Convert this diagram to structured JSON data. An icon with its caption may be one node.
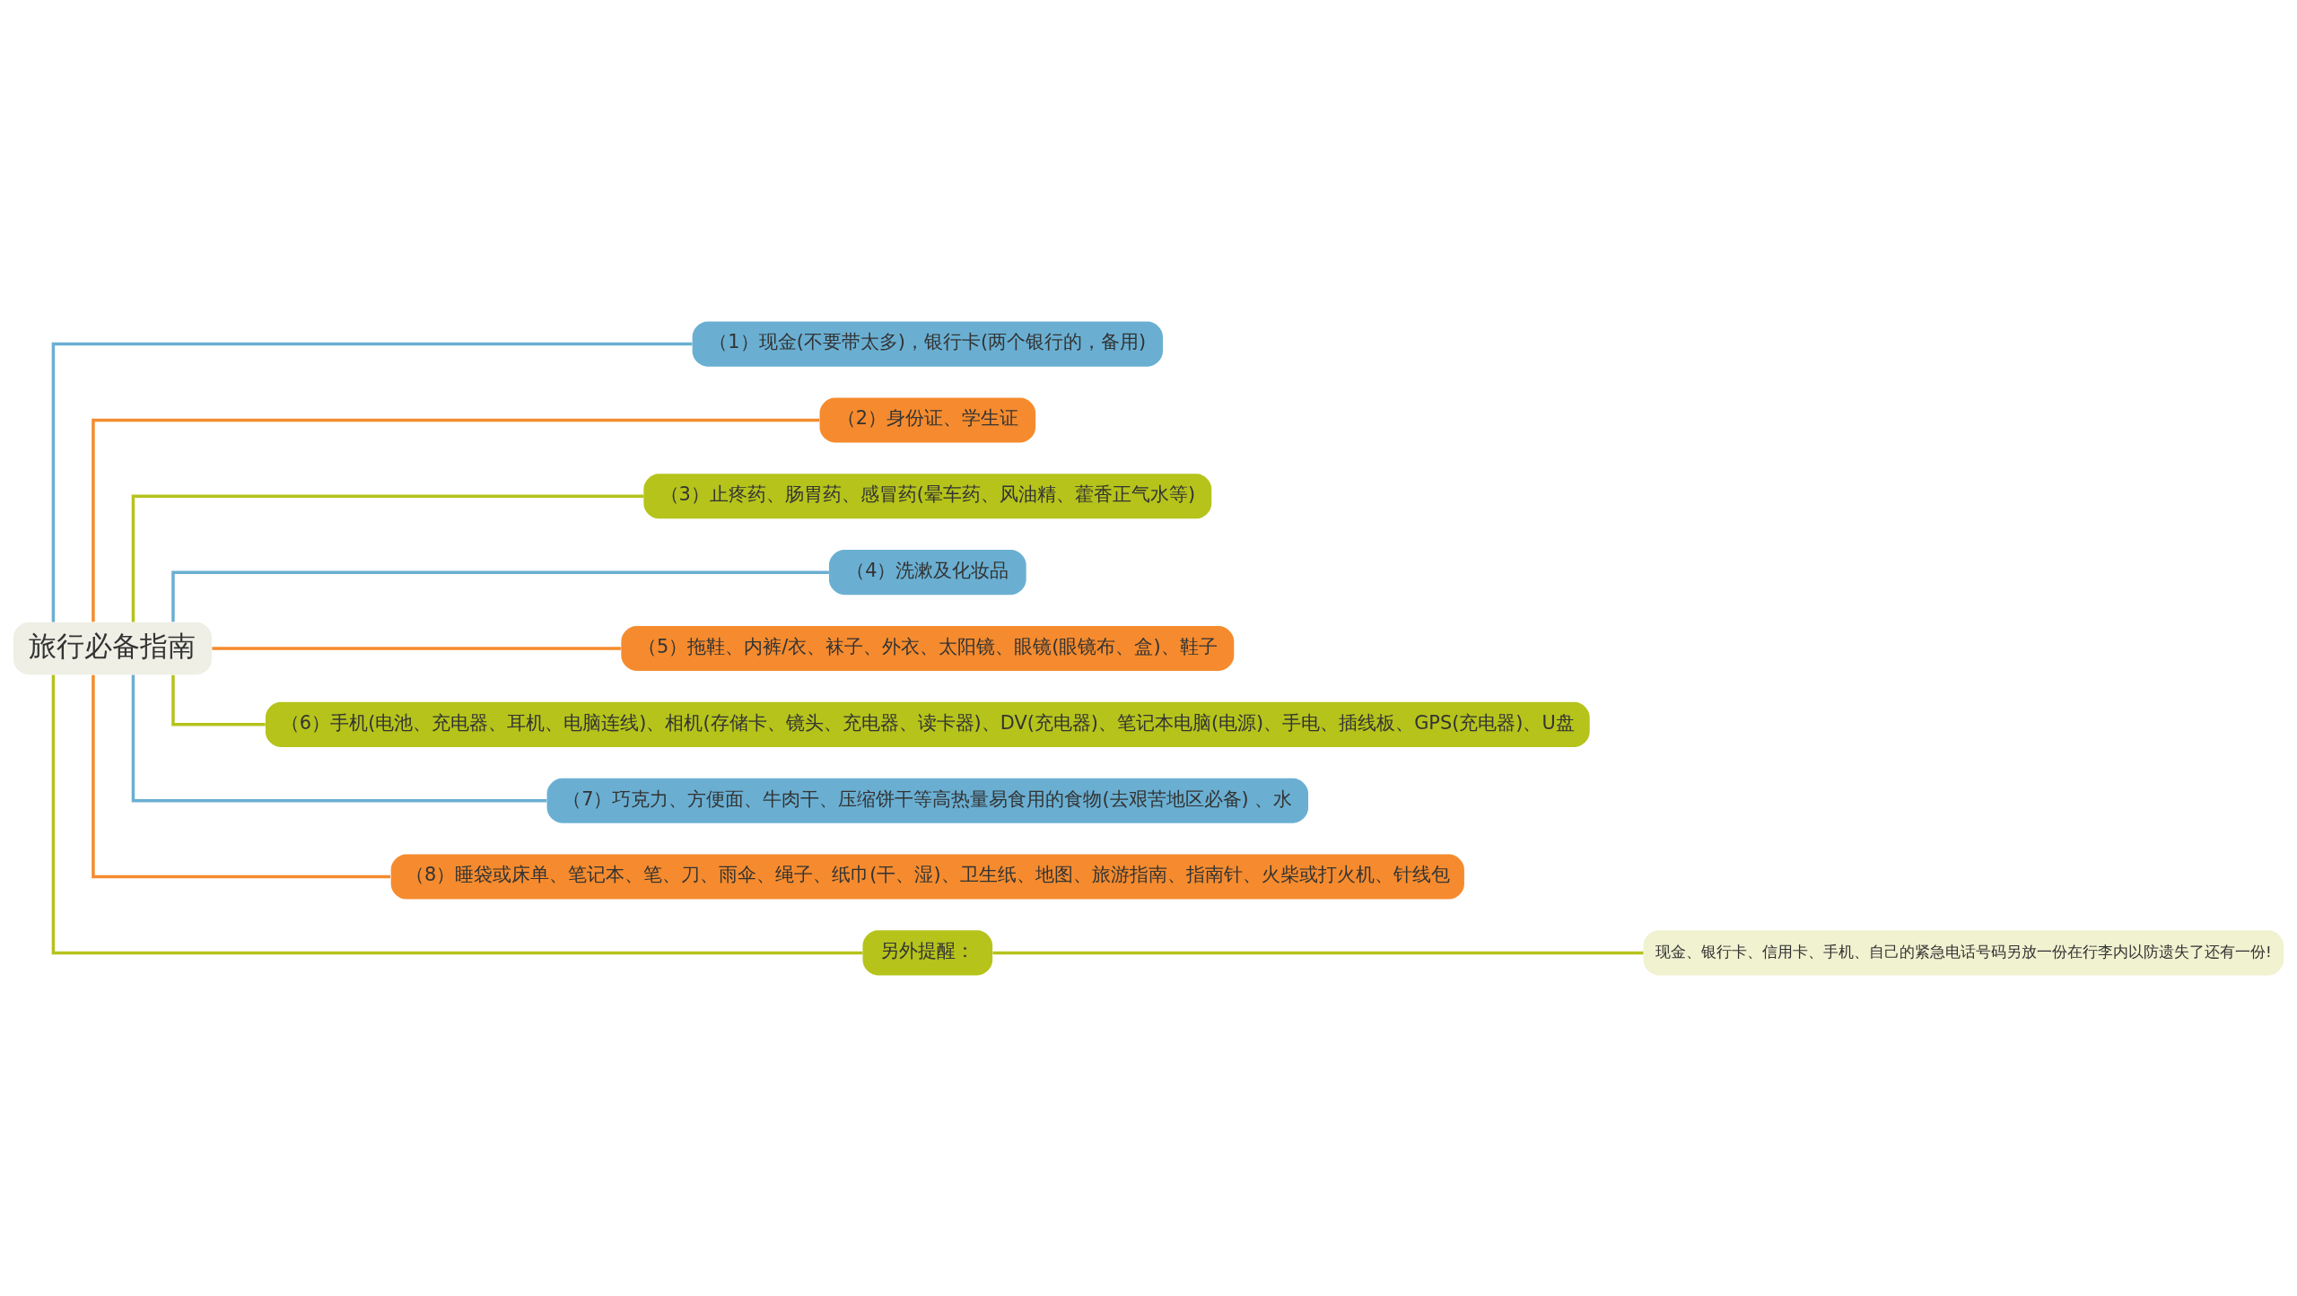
{
  "diagram": {
    "nodes": [
      {
        "text": [
          "旅行必备指南"
        ]
      },
      {
        "text": [
          "（1）现金(不要带太多)，银行卡(两个银行的，备用)"
        ]
      },
      {
        "text": [
          "（2）身份证、学生证"
        ]
      },
      {
        "text": [
          "（3）止疼药、肠胃药、感冒药(晕车药、风油精、藿香正气水等)"
        ]
      },
      {
        "text": [
          "（4）洗漱及化妆品"
        ]
      },
      {
        "text": [
          "（5）拖鞋、内裤/衣、袜子、外衣、太阳镜、眼镜(眼镜布、盒)、鞋子"
        ]
      },
      {
        "text": [
          "（6）手机(电池、充电器、耳机、电脑连线)、相机(存储卡、镜头、充电器、读卡器)、DV(充电器)、笔记本电脑(电源)、手电、插线板、GPS(充电器)、U盘"
        ]
      },
      {
        "text": [
          "（7）巧克力、方便面、牛肉干、压缩饼干等高热量易食用的食物(去艰苦地区必备) 、水"
        ]
      },
      {
        "text": [
          "（8）睡袋或床单、笔记本、笔、刀、雨伞、绳子、纸巾(干、湿)、卫生纸、地图、旅游指南、指南针、火柴或打火机、针线包"
        ]
      },
      {
        "text": [
          "另外提醒："
        ]
      },
      {
        "text": [
          "现金、银行卡、信用卡、手机、自己的紧急电话号码另放一份在行李内以防遗失了还有一份!"
        ]
      }
    ],
    "edges": [
      {
        "from": 0,
        "to": 1,
        "arrow": "none",
        "color": "#6aafd2"
      },
      {
        "from": 0,
        "to": 2,
        "arrow": "none",
        "color": "#f58b2e"
      },
      {
        "from": 0,
        "to": 3,
        "arrow": "none",
        "color": "#b5c31b"
      },
      {
        "from": 0,
        "to": 4,
        "arrow": "none",
        "color": "#6aafd2"
      },
      {
        "from": 0,
        "to": 5,
        "arrow": "none",
        "color": "#f58b2e"
      },
      {
        "from": 0,
        "to": 6,
        "arrow": "none",
        "color": "#b5c31b"
      },
      {
        "from": 0,
        "to": 7,
        "arrow": "none",
        "color": "#6aafd2"
      },
      {
        "from": 0,
        "to": 8,
        "arrow": "none",
        "color": "#f58b2e"
      },
      {
        "from": 0,
        "to": 9,
        "arrow": "none",
        "color": "#b5c31b"
      },
      {
        "from": 9,
        "to": 10,
        "arrow": "none",
        "color": "#b5c31b"
      }
    ]
  }
}
